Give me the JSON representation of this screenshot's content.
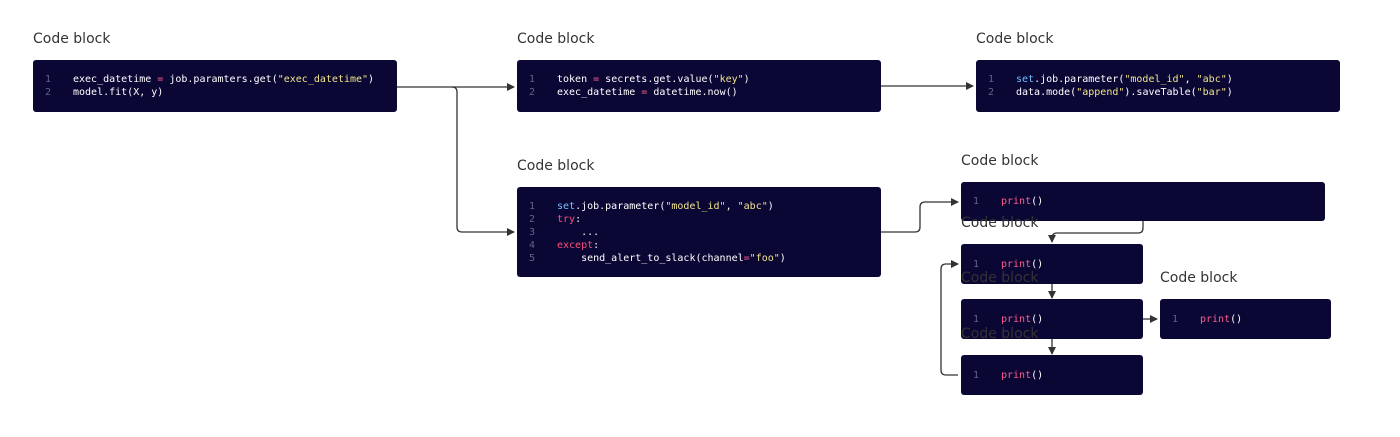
{
  "colors": {
    "block_bg": "#0a0735",
    "line_number": "#5e6586",
    "string": "#f3e58a",
    "keyword": "#ff4d7a",
    "builtin": "#6fc0ff",
    "arrow": "#333333"
  },
  "blocks": [
    {
      "id": "b1",
      "label": "Code block",
      "lines": [
        {
          "n": "1",
          "tokens": [
            [
              "plain",
              "exec_datetime "
            ],
            [
              "op",
              "="
            ],
            [
              "plain",
              " job.paramters.get("
            ],
            [
              "str",
              "\"exec_datetime\""
            ],
            [
              "plain",
              ")"
            ]
          ]
        },
        {
          "n": "2",
          "tokens": [
            [
              "plain",
              "model.fit(X, y)"
            ]
          ]
        }
      ]
    },
    {
      "id": "b2",
      "label": "Code block",
      "lines": [
        {
          "n": "1",
          "tokens": [
            [
              "plain",
              "token "
            ],
            [
              "op",
              "="
            ],
            [
              "plain",
              " secrets.get.value("
            ],
            [
              "str",
              "\"key\""
            ],
            [
              "plain",
              ")"
            ]
          ]
        },
        {
          "n": "2",
          "tokens": [
            [
              "plain",
              "exec_datetime "
            ],
            [
              "op",
              "="
            ],
            [
              "plain",
              " datetime.now()"
            ]
          ]
        }
      ]
    },
    {
      "id": "b3",
      "label": "Code block",
      "lines": [
        {
          "n": "1",
          "tokens": [
            [
              "builtin",
              "set"
            ],
            [
              "plain",
              ".job.parameter("
            ],
            [
              "str",
              "\"model_id\""
            ],
            [
              "plain",
              ", "
            ],
            [
              "str",
              "\"abc\""
            ],
            [
              "plain",
              ")"
            ]
          ]
        },
        {
          "n": "2",
          "tokens": [
            [
              "plain",
              "data.mode("
            ],
            [
              "str",
              "\"append\""
            ],
            [
              "plain",
              ").saveTable("
            ],
            [
              "str",
              "\"bar\""
            ],
            [
              "plain",
              ")"
            ]
          ]
        }
      ]
    },
    {
      "id": "b4",
      "label": "Code block",
      "lines": [
        {
          "n": "1",
          "tokens": [
            [
              "builtin",
              "set"
            ],
            [
              "plain",
              ".job.parameter("
            ],
            [
              "str",
              "\"model_id\""
            ],
            [
              "plain",
              ", "
            ],
            [
              "str",
              "\"abc\""
            ],
            [
              "plain",
              ")"
            ]
          ]
        },
        {
          "n": "2",
          "tokens": [
            [
              "kw",
              "try"
            ],
            [
              "plain",
              ":"
            ]
          ]
        },
        {
          "n": "3",
          "tokens": [
            [
              "plain",
              "    ..."
            ]
          ]
        },
        {
          "n": "4",
          "tokens": [
            [
              "kw",
              "except"
            ],
            [
              "plain",
              ":"
            ]
          ]
        },
        {
          "n": "5",
          "tokens": [
            [
              "plain",
              "    send_alert_to_slack(channel"
            ],
            [
              "op",
              "="
            ],
            [
              "str",
              "\"foo\""
            ],
            [
              "plain",
              ")"
            ]
          ]
        }
      ]
    },
    {
      "id": "b5",
      "label": "Code block",
      "lines": [
        {
          "n": "1",
          "tokens": [
            [
              "fn",
              "print"
            ],
            [
              "plain",
              "()"
            ]
          ]
        }
      ]
    },
    {
      "id": "b6",
      "label": "Code block",
      "lines": [
        {
          "n": "1",
          "tokens": [
            [
              "fn",
              "print"
            ],
            [
              "plain",
              "()"
            ]
          ]
        }
      ]
    },
    {
      "id": "b7",
      "label": "Code block",
      "lines": [
        {
          "n": "1",
          "tokens": [
            [
              "fn",
              "print"
            ],
            [
              "plain",
              "()"
            ]
          ]
        }
      ]
    },
    {
      "id": "b8",
      "label": "Code block",
      "lines": [
        {
          "n": "1",
          "tokens": [
            [
              "fn",
              "print"
            ],
            [
              "plain",
              "()"
            ]
          ]
        }
      ]
    },
    {
      "id": "b9",
      "label": "Code block",
      "lines": [
        {
          "n": "1",
          "tokens": [
            [
              "fn",
              "print"
            ],
            [
              "plain",
              "()"
            ]
          ]
        }
      ]
    }
  ]
}
